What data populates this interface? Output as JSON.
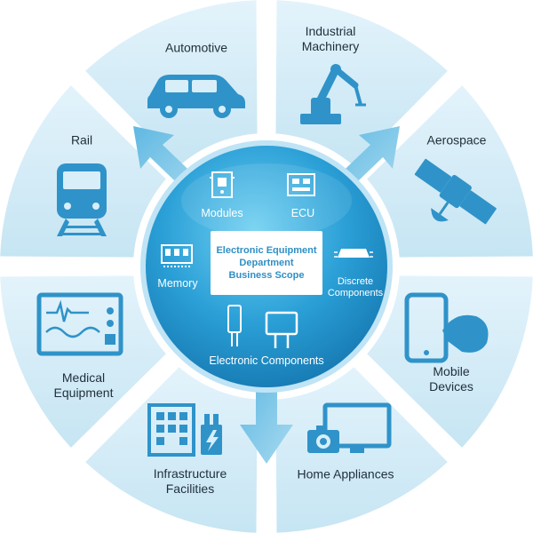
{
  "core": {
    "title": "Electronic Equipment\nDepartment\nBusiness Scope",
    "items": [
      {
        "key": "modules",
        "label": "Modules",
        "icon": "circuit-module-icon"
      },
      {
        "key": "ecu",
        "label": "ECU",
        "icon": "ecu-board-icon"
      },
      {
        "key": "memory",
        "label": "Memory",
        "icon": "memory-chip-icon"
      },
      {
        "key": "discrete",
        "label": "Discrete\nComponents",
        "icon": "discrete-component-icon"
      },
      {
        "key": "electronic",
        "label": "Electronic Components",
        "icon": "electronic-component-icon"
      }
    ]
  },
  "segments": [
    {
      "key": "automotive",
      "label": "Automotive",
      "icon": "car-icon"
    },
    {
      "key": "industrial",
      "label": "Industrial\nMachinery",
      "icon": "robot-arm-icon"
    },
    {
      "key": "aerospace",
      "label": "Aerospace",
      "icon": "satellite-icon"
    },
    {
      "key": "mobile",
      "label": "Mobile Devices",
      "icon": "smartphone-icon"
    },
    {
      "key": "home",
      "label": "Home Appliances",
      "icon": "tv-camera-icon"
    },
    {
      "key": "infrastructure",
      "label": "Infrastructure\nFacilities",
      "icon": "building-icon"
    },
    {
      "key": "medical",
      "label": "Medical\nEquipment",
      "icon": "monitor-icon"
    },
    {
      "key": "rail",
      "label": "Rail",
      "icon": "train-icon"
    }
  ],
  "colors": {
    "ring": "#cfe9f5",
    "ring_gap": "#ffffff",
    "icon": "#2f93c9",
    "arrow": "#7cc3e5",
    "core": "#1d8fcb",
    "core_light": "#58bde8"
  }
}
